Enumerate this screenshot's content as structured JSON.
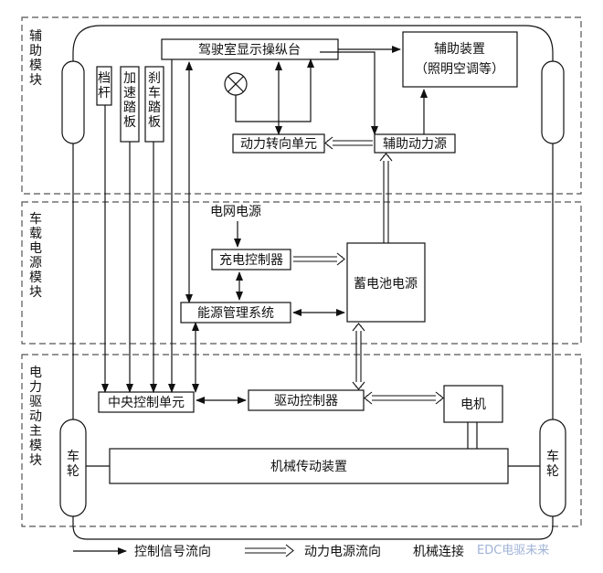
{
  "modules": {
    "aux": "辅助模块",
    "power": "车载电源模块",
    "drive": "电力驱动主模块"
  },
  "boxes": {
    "console": "驾驶室显示操纵台",
    "aux_device_line1": "辅助装置",
    "aux_device_line2": "（照明空调等）",
    "gear": "档杆",
    "accel": "加速踏板",
    "brake": "刹车踏板",
    "steering": "动力转向单元",
    "aux_power": "辅助动力源",
    "grid": "电网电源",
    "charger": "充电控制器",
    "battery": "蓄电池电源",
    "ems": "能源管理系统",
    "central": "中央控制单元",
    "driver": "驱动控制器",
    "motor": "电机",
    "transmission": "机械传动装置",
    "wheel_left": "车轮",
    "wheel_right": "车轮"
  },
  "legend": {
    "control": "控制信号流向",
    "power": "动力电源流向",
    "mechanical": "机械连接"
  },
  "watermark": "EDC电驱未来"
}
